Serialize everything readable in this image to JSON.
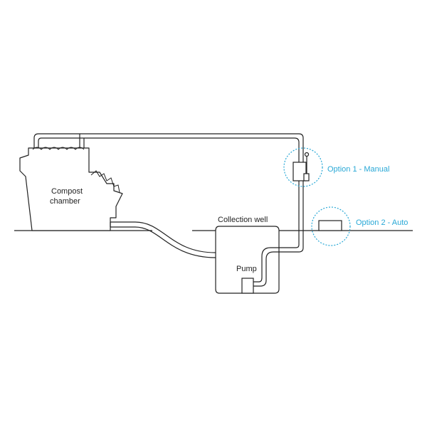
{
  "labels": {
    "compost_chamber_line1": "Compost",
    "compost_chamber_line2": "chamber",
    "collection_well": "Collection well",
    "pump": "Pump",
    "option1": "Option 1 - Manual",
    "option2": "Option 2 - Auto"
  },
  "colors": {
    "line": "#222222",
    "accent": "#29a8d6",
    "background": "#ffffff"
  }
}
